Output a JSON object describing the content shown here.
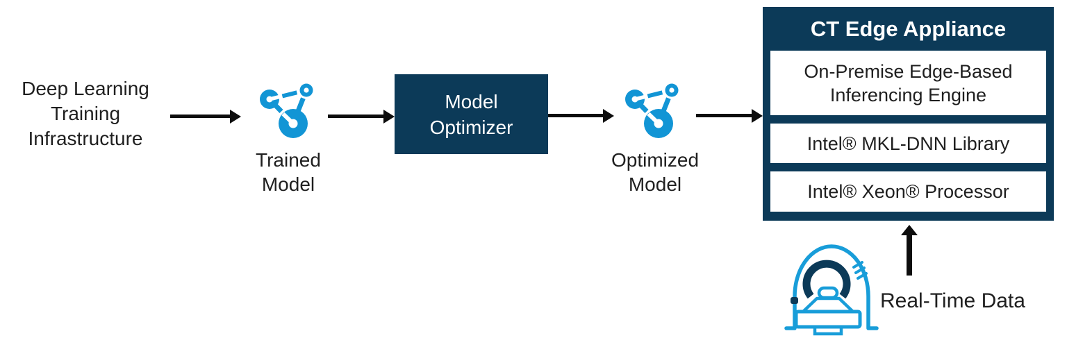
{
  "colors": {
    "navy": "#0c3a58",
    "icon_blue": "#1295d5",
    "scanner_blue": "#189dd9",
    "arrow_black": "#0d0d0d",
    "text_black": "#1f1f1f"
  },
  "flow": {
    "source_label": "Deep Learning\nTraining\nInfrastructure",
    "trained_model_label": "Trained\nModel",
    "optimizer_label": "Model\nOptimizer",
    "optimized_model_label": "Optimized\nModel"
  },
  "appliance": {
    "title": "CT Edge Appliance",
    "layers": [
      "On-Premise Edge-Based\nInferencing Engine",
      "Intel® MKL-DNN Library",
      "Intel® Xeon® Processor"
    ]
  },
  "realtime": {
    "label": "Real-Time Data"
  },
  "icons": {
    "trained_model": "network-graph-icon",
    "optimized_model": "network-graph-icon",
    "data_source": "ct-scanner-icon"
  }
}
